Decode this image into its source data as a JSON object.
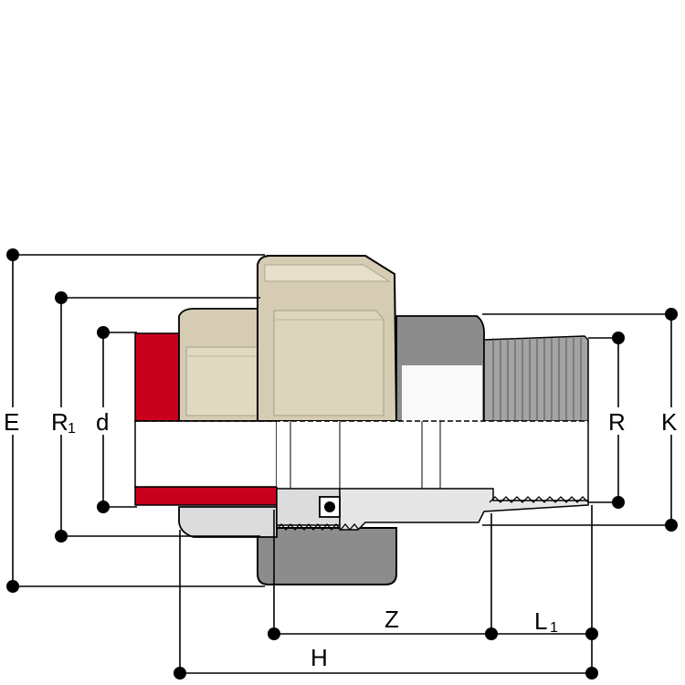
{
  "labels": {
    "E": "E",
    "R1": "R",
    "R1_sub": "1",
    "d": "d",
    "R": "R",
    "K": "K",
    "Z": "Z",
    "L1": "L",
    "L1_sub": "1",
    "H": "H"
  },
  "colors": {
    "cream": "#d6ccb4",
    "cream_light": "#e8e0cc",
    "cream_dark": "#b8ad92",
    "grey_dark": "#8c8c8c",
    "grey_mid": "#b4b4b4",
    "grey_light": "#dcdcdc",
    "red": "#c8001e",
    "bore": "#ffffff",
    "line": "#000000"
  }
}
